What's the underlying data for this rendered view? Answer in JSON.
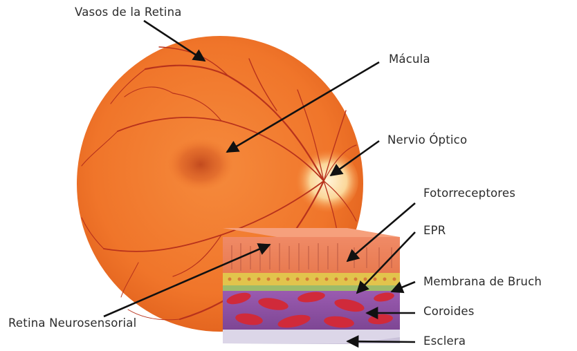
{
  "labels": {
    "vasos": "Vasos de la Retina",
    "macula": "Mácula",
    "nervio": "Nervio Óptico",
    "fotorreceptores": "Fotorreceptores",
    "epr": "EPR",
    "bruch": "Membrana de Bruch",
    "coroides": "Coroides",
    "esclera": "Esclera",
    "retina_neuro": "Retina Neurosensorial"
  },
  "colors": {
    "fundus": "#f0752a",
    "fundus_edge": "#e0601c",
    "macula": "#c24a1e",
    "optic_disc": "#fbe0a8",
    "vessel": "#b8321c",
    "retina_block": "#e8825a",
    "epr_band": "#d9c04a",
    "bruch_band": "#9dbb6a",
    "choroid": "#8a4fa0",
    "choroid_vessel": "#d02a3a",
    "sclera": "#dcd6e8",
    "text": "#2b2b2b",
    "arrow": "#111111"
  }
}
